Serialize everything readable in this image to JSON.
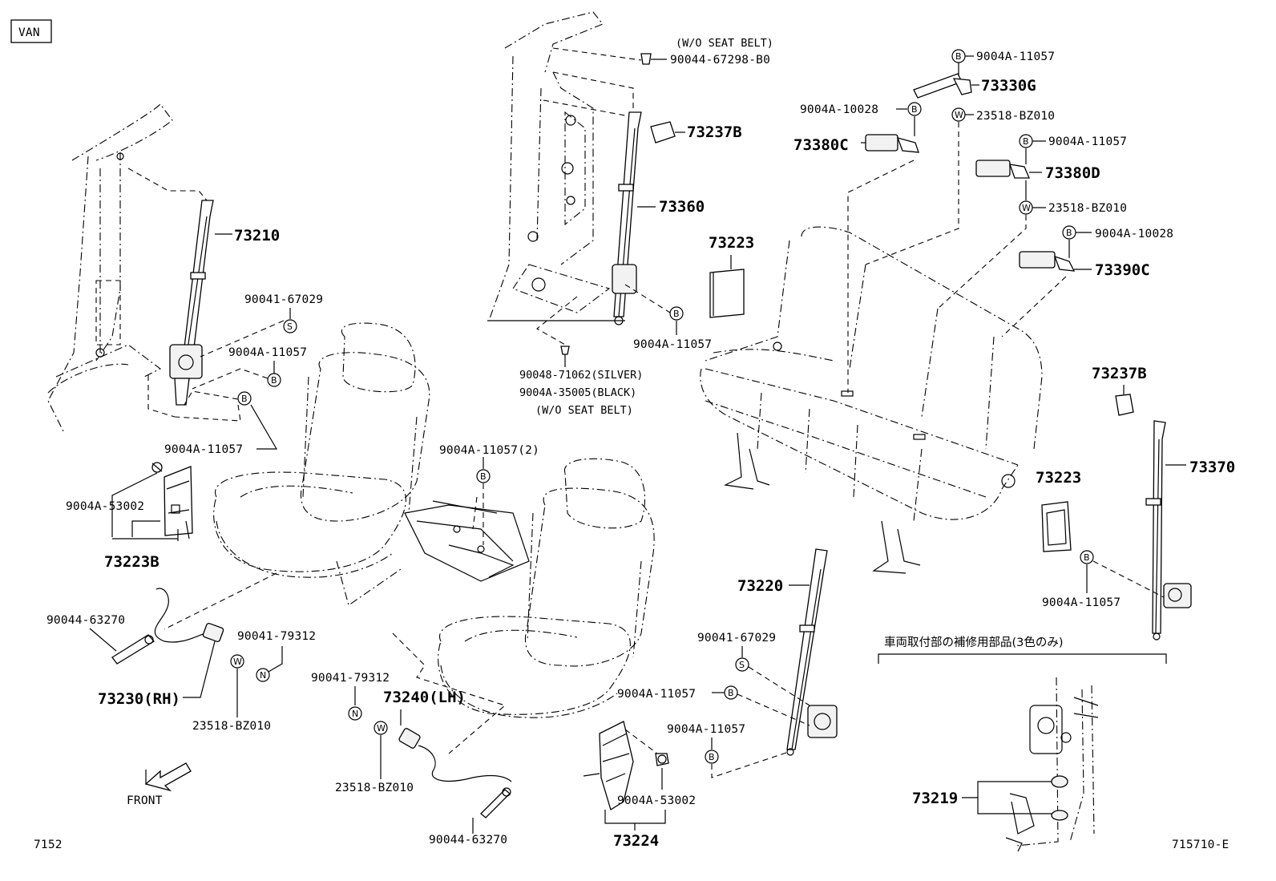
{
  "diagram": {
    "variant_label": "VAN",
    "page_ref": "7152",
    "figure_id": "715710-E",
    "front_label": "FRONT",
    "repair_note": "車両取付部の補修用部品(3色のみ)",
    "parts": {
      "p73210": "73210",
      "p73223B": "73223B",
      "p73230": "73230(RH)",
      "p73240": "73240(LH)",
      "p73237B_top": "73237B",
      "p73360": "73360",
      "p73223_mid": "73223",
      "p73330G": "73330G",
      "p73380C": "73380C",
      "p73380D": "73380D",
      "p73390C": "73390C",
      "p73237B_right": "73237B",
      "p73370": "73370",
      "p73223_right": "73223",
      "p73220": "73220",
      "p73224": "73224",
      "p73219": "73219"
    },
    "fasteners": {
      "f90041_67029_a": "90041-67029",
      "f9004A_11057_a": "9004A-11057",
      "f9004A_11057_b": "9004A-11057",
      "f9004A_53002_a": "9004A-53002",
      "f90044_63270_a": "90044-63270",
      "f90041_79312_a": "90041-79312",
      "f23518_BZ010_a": "23518-BZ010",
      "f90041_79312_b": "90041-79312",
      "f23518_BZ010_b": "23518-BZ010",
      "f90044_63270_b": "90044-63270",
      "f9004A_11057_2": "9004A-11057(2)",
      "f90044_67298": "90044-67298-B0",
      "wo_seat_belt_top": "(W/O SEAT BELT)",
      "f9004A_11057_c": "9004A-11057",
      "f90048_71062": "90048-71062(SILVER)",
      "f9004A_35005": "9004A-35005(BLACK)",
      "wo_seat_belt_bottom": "(W/O SEAT BELT)",
      "f9004A_11057_d": "9004A-11057",
      "f9004A_10028_a": "9004A-10028",
      "f23518_BZ010_c": "23518-BZ010",
      "f9004A_11057_e": "9004A-11057",
      "f23518_BZ010_d": "23518-BZ010",
      "f9004A_10028_b": "9004A-10028",
      "f9004A_11057_f": "9004A-11057",
      "f90041_67029_b": "90041-67029",
      "f9004A_11057_g": "9004A-11057",
      "f9004A_11057_h": "9004A-11057",
      "f9004A_53002_b": "9004A-53002"
    },
    "bubble_codes": {
      "S": "S",
      "B": "B",
      "W": "W",
      "N": "N"
    }
  }
}
